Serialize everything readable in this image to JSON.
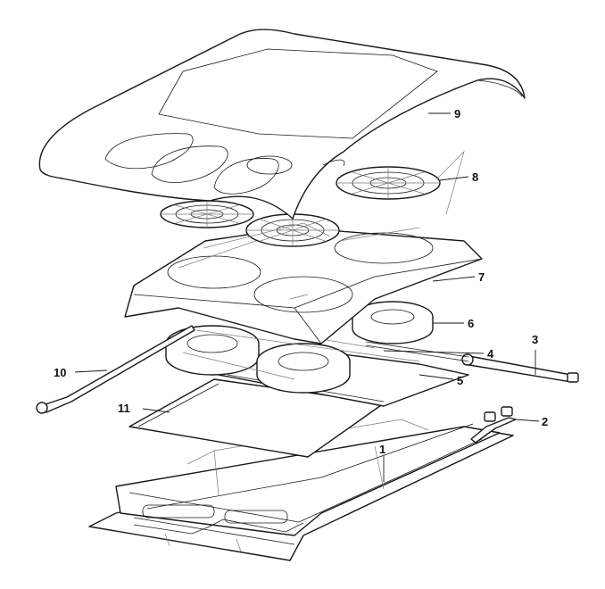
{
  "diagram": {
    "callouts": [
      {
        "id": "c1",
        "label": "1"
      },
      {
        "id": "c2",
        "label": "2"
      },
      {
        "id": "c3",
        "label": "3"
      },
      {
        "id": "c4",
        "label": "4"
      },
      {
        "id": "c5",
        "label": "5"
      },
      {
        "id": "c6",
        "label": "6"
      },
      {
        "id": "c7",
        "label": "7"
      },
      {
        "id": "c8",
        "label": "8"
      },
      {
        "id": "c9",
        "label": "9"
      },
      {
        "id": "c10",
        "label": "10"
      },
      {
        "id": "c11",
        "label": "11"
      }
    ],
    "colors": {
      "line": "#1a1a1a",
      "background": "#ffffff",
      "shadow_line": "#7a7a7a"
    }
  }
}
